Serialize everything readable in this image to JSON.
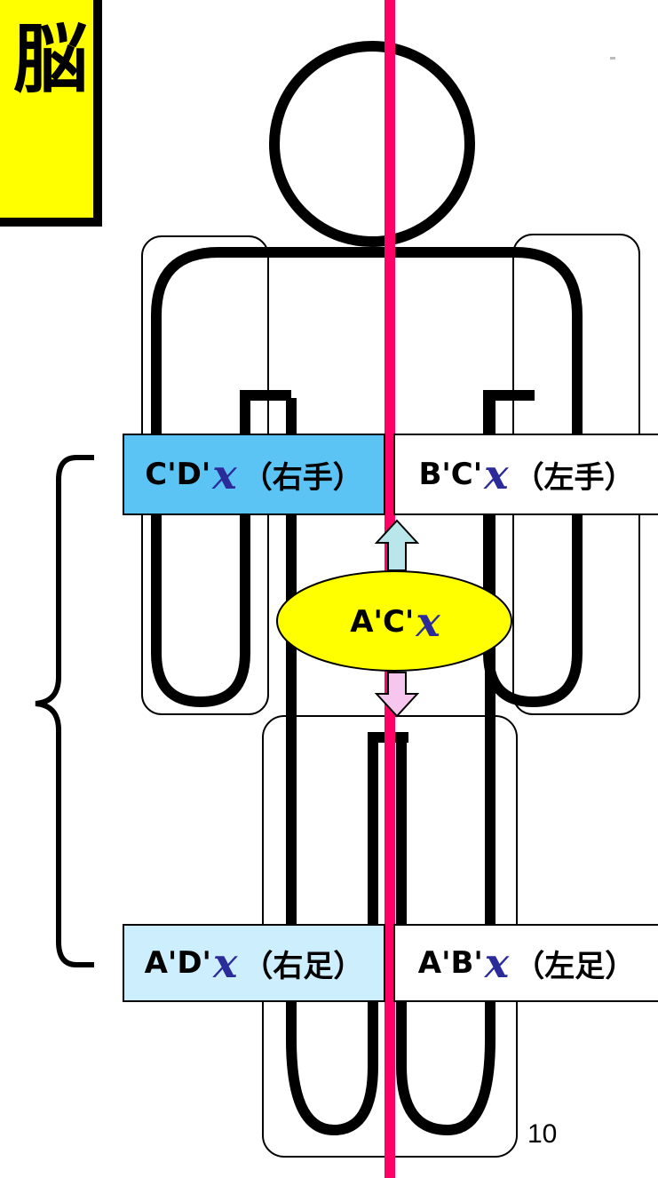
{
  "title": {
    "text": "脳"
  },
  "labels": {
    "right_hand": {
      "prefix": "C'D'",
      "var": "x",
      "suffix": "（右手）"
    },
    "left_hand": {
      "prefix": "B'C'",
      "var": "x",
      "suffix": "（左手）"
    },
    "center": {
      "prefix": "A'C'",
      "var": "x"
    },
    "right_foot": {
      "prefix": "A'D'",
      "var": "x",
      "suffix": "（右足）"
    },
    "left_foot": {
      "prefix": "A'B'",
      "var": "x",
      "suffix": "（左足）"
    }
  },
  "page_number": "10",
  "colors": {
    "midline": "#ff0066",
    "right_hand_fill": "#5bc4f5",
    "right_foot_fill": "#cdeefd",
    "center_ellipse": "#ffff00",
    "arrow_up": "#b9e6ea",
    "arrow_down": "#f7c6ee",
    "variable_text": "#2b2b9a",
    "title_fill": "#ffff00"
  }
}
